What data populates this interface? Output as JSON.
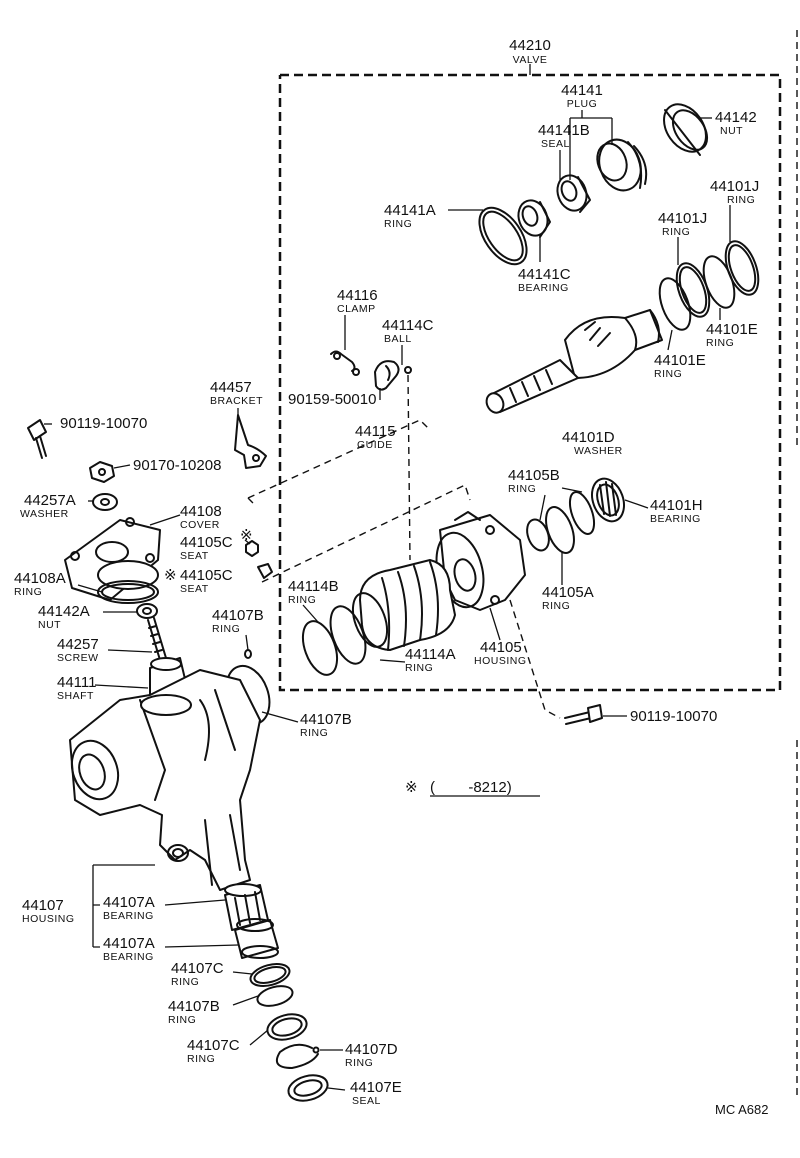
{
  "parts": {
    "p44210": {
      "num": "44210",
      "name": "VALVE"
    },
    "p44141": {
      "num": "44141",
      "name": "PLUG"
    },
    "p44142": {
      "num": "44142",
      "name": "NUT"
    },
    "p44141B": {
      "num": "44141B",
      "name": "SEAL"
    },
    "p44141A": {
      "num": "44141A",
      "name": "RING"
    },
    "p44141C": {
      "num": "44141C",
      "name": "BEARING"
    },
    "p44101J_outer": {
      "num": "44101J",
      "name": "RING"
    },
    "p44101J_inner": {
      "num": "44101J",
      "name": "RING"
    },
    "p44101E_right": {
      "num": "44101E",
      "name": "RING"
    },
    "p44101E_left": {
      "num": "44101E",
      "name": "RING"
    },
    "p44116": {
      "num": "44116",
      "name": "CLAMP"
    },
    "p44114C": {
      "num": "44114C",
      "name": "BALL"
    },
    "p90159": {
      "num": "90159-50010",
      "name": ""
    },
    "p44115": {
      "num": "44115",
      "name": "GUIDE"
    },
    "p44457": {
      "num": "44457",
      "name": "BRACKET"
    },
    "p90119_top": {
      "num": "90119-10070",
      "name": ""
    },
    "p90170": {
      "num": "90170-10208",
      "name": ""
    },
    "p44257A": {
      "num": "44257A",
      "name": "WASHER"
    },
    "p44108": {
      "num": "44108",
      "name": "COVER"
    },
    "p44105C_1": {
      "num": "44105C",
      "name": "SEAT",
      "mark": "※"
    },
    "p44105C_2": {
      "num": "44105C",
      "name": "SEAT",
      "mark": "※"
    },
    "p44108A": {
      "num": "44108A",
      "name": "RING"
    },
    "p44142A": {
      "num": "44142A",
      "name": "NUT"
    },
    "p44257": {
      "num": "44257",
      "name": "SCREW"
    },
    "p44111": {
      "num": "44111",
      "name": "SHAFT"
    },
    "p44107B_top": {
      "num": "44107B",
      "name": "RING"
    },
    "p44107B_mid": {
      "num": "44107B",
      "name": "RING"
    },
    "p44101D": {
      "num": "44101D",
      "name": "WASHER"
    },
    "p44105B": {
      "num": "44105B",
      "name": "RING"
    },
    "p44101H": {
      "num": "44101H",
      "name": "BEARING"
    },
    "p44105A": {
      "num": "44105A",
      "name": "RING"
    },
    "p44114B": {
      "num": "44114B",
      "name": "RING"
    },
    "p44114A": {
      "num": "44114A",
      "name": "RING"
    },
    "p44105": {
      "num": "44105",
      "name": "HOUSING"
    },
    "p90119_bottom": {
      "num": "90119-10070",
      "name": ""
    },
    "p44107": {
      "num": "44107",
      "name": "HOUSING"
    },
    "p44107A_1": {
      "num": "44107A",
      "name": "BEARING"
    },
    "p44107A_2": {
      "num": "44107A",
      "name": "BEARING"
    },
    "p44107C_1": {
      "num": "44107C",
      "name": "RING"
    },
    "p44107B_low": {
      "num": "44107B",
      "name": "RING"
    },
    "p44107C_2": {
      "num": "44107C",
      "name": "RING"
    },
    "p44107D": {
      "num": "44107D",
      "name": "RING"
    },
    "p44107E": {
      "num": "44107E",
      "name": "SEAL"
    }
  },
  "note": {
    "mark": "※",
    "text": "(        -8212)"
  },
  "footer": {
    "code": "MC  A682"
  }
}
